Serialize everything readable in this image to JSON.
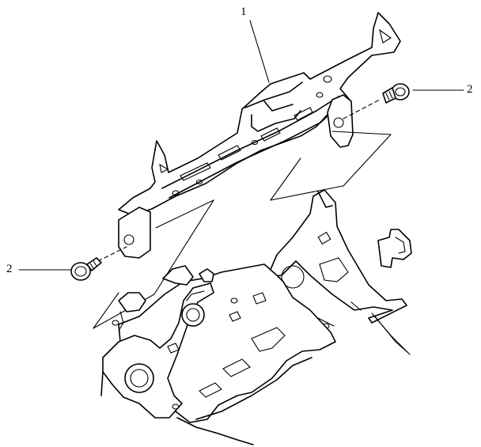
{
  "callouts": [
    {
      "id": "1",
      "label": "1"
    },
    {
      "id": "2",
      "label": "2"
    },
    {
      "id": "3",
      "label": "2"
    }
  ],
  "colors": {
    "line": "#000000",
    "background": "#ffffff"
  }
}
